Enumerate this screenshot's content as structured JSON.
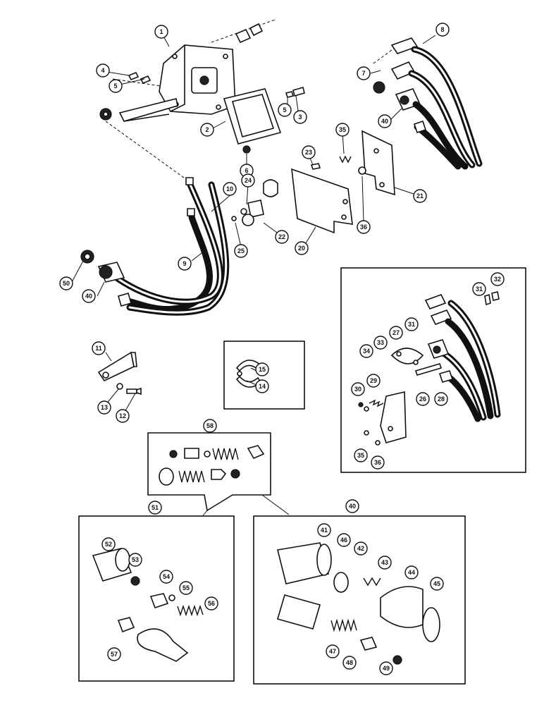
{
  "figure": {
    "callouts": [
      {
        "id": "c1",
        "label": "1"
      },
      {
        "id": "c2",
        "label": "2"
      },
      {
        "id": "c3",
        "label": "3"
      },
      {
        "id": "c4",
        "label": "4"
      },
      {
        "id": "c5a",
        "label": "5"
      },
      {
        "id": "c5b",
        "label": "5"
      },
      {
        "id": "c6",
        "label": "6"
      },
      {
        "id": "c7",
        "label": "7"
      },
      {
        "id": "c8",
        "label": "8"
      },
      {
        "id": "c9",
        "label": "9"
      },
      {
        "id": "c10",
        "label": "10"
      },
      {
        "id": "c11",
        "label": "11"
      },
      {
        "id": "c12",
        "label": "12"
      },
      {
        "id": "c13",
        "label": "13"
      },
      {
        "id": "c14",
        "label": "14"
      },
      {
        "id": "c15",
        "label": "15"
      },
      {
        "id": "c20",
        "label": "20"
      },
      {
        "id": "c21",
        "label": "21"
      },
      {
        "id": "c22",
        "label": "22"
      },
      {
        "id": "c23",
        "label": "23"
      },
      {
        "id": "c24",
        "label": "24"
      },
      {
        "id": "c25",
        "label": "25"
      },
      {
        "id": "c26",
        "label": "26"
      },
      {
        "id": "c27",
        "label": "27"
      },
      {
        "id": "c28",
        "label": "28"
      },
      {
        "id": "c29",
        "label": "29"
      },
      {
        "id": "c30",
        "label": "30"
      },
      {
        "id": "c31a",
        "label": "31"
      },
      {
        "id": "c31b",
        "label": "31"
      },
      {
        "id": "c32",
        "label": "32"
      },
      {
        "id": "c33",
        "label": "33"
      },
      {
        "id": "c34",
        "label": "34"
      },
      {
        "id": "c35a",
        "label": "35"
      },
      {
        "id": "c35b",
        "label": "35"
      },
      {
        "id": "c36a",
        "label": "36"
      },
      {
        "id": "c36b",
        "label": "36"
      },
      {
        "id": "c40a",
        "label": "40"
      },
      {
        "id": "c40b",
        "label": "40"
      },
      {
        "id": "c40c",
        "label": "40"
      },
      {
        "id": "c41",
        "label": "41"
      },
      {
        "id": "c42",
        "label": "42"
      },
      {
        "id": "c43",
        "label": "43"
      },
      {
        "id": "c44",
        "label": "44"
      },
      {
        "id": "c45",
        "label": "45"
      },
      {
        "id": "c46",
        "label": "46"
      },
      {
        "id": "c47",
        "label": "47"
      },
      {
        "id": "c48",
        "label": "48"
      },
      {
        "id": "c49",
        "label": "49"
      },
      {
        "id": "c50",
        "label": "50"
      },
      {
        "id": "c51",
        "label": "51"
      },
      {
        "id": "c52",
        "label": "52"
      },
      {
        "id": "c53",
        "label": "53"
      },
      {
        "id": "c54",
        "label": "54"
      },
      {
        "id": "c55",
        "label": "55"
      },
      {
        "id": "c56",
        "label": "56"
      },
      {
        "id": "c57",
        "label": "57"
      },
      {
        "id": "c58",
        "label": "58"
      }
    ]
  }
}
